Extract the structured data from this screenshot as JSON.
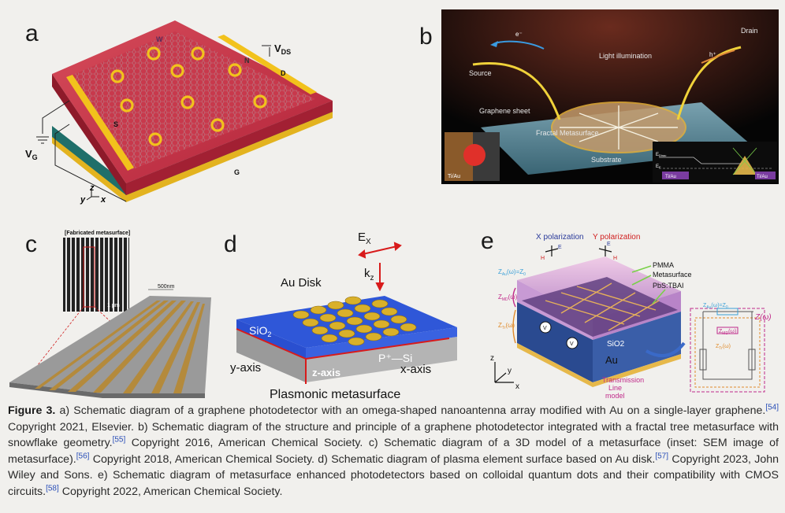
{
  "panels": {
    "a": {
      "letter": "a",
      "labels": {
        "vds": "V",
        "vds_sub": "DS",
        "d": "D",
        "s": "S",
        "g": "G",
        "w": "W",
        "n": "N",
        "vg": "V",
        "vg_sub": "G"
      },
      "axes": {
        "y": "y",
        "z": "z",
        "x": "x"
      }
    },
    "b": {
      "letter": "b",
      "labels": {
        "source": "Source",
        "drain": "Drain",
        "electron": "e⁻",
        "hole": "h⁺",
        "light": "Light illumination",
        "graphene": "Graphene sheet",
        "fractal": "Fractal Metasurface",
        "substrate": "Substrate",
        "tiau_left": "Ti/Au",
        "tiau_right": "Ti/Au",
        "edirac": "E",
        "edirac_sub": "Dirac",
        "ef": "E",
        "ef_sub": "F"
      }
    },
    "c": {
      "letter": "c",
      "labels": {
        "fab": "[Fabricated metasurface]",
        "scale": "1 μm",
        "width": "500nm"
      }
    },
    "d": {
      "letter": "d",
      "labels": {
        "ex": "E",
        "ex_sub": "X",
        "kz": "k",
        "kz_sub": "z",
        "au_disk": "Au Disk",
        "sio2": "SiO",
        "sio2_sub": "2",
        "psi": "P⁺—Si",
        "yaxis": "y-axis",
        "zaxis": "z-axis",
        "xaxis": "x-axis",
        "title": "Plasmonic metasurface"
      }
    },
    "e": {
      "letter": "e",
      "labels": {
        "xpol": "X polarization",
        "ypol": "Y polarization",
        "h1": "H",
        "e1": "E",
        "h2": "H",
        "e2": "E",
        "zau": "Z",
        "zau_sub": "Au",
        "zau_tail": "(ω)=Z",
        "zau_tail_sub": "0",
        "zmd": "Z",
        "zmd_sub": "MD",
        "zmd_tail": "(ω)",
        "ztr": "Z",
        "ztr_sub": "Tr",
        "ztr_tail": "(ω)",
        "pmma": "PMMA",
        "meta": "Metasurface",
        "pbs": "PbS:TBAI",
        "sio2": "SiO2",
        "au": "Au",
        "v": "V",
        "tl1": "Transmission",
        "tl2": "Line",
        "tl3": "model",
        "zw": "Z(ω)",
        "az": "z",
        "ay": "y",
        "ax": "x"
      }
    }
  },
  "caption": {
    "fig_label": "Figure 3.",
    "s1": "a) Schematic diagram of a graphene photodetector with an omega-shaped nanoantenna array modified with Au on a single-layer graphene.",
    "r54": "[54]",
    "s2": "Copyright 2021, Elsevier. b) Schematic diagram of the structure and principle of a graphene photodetector integrated with a fractal tree metasurface with snowflake geometry.",
    "r55": "[55]",
    "s3": "Copyright 2016, American Chemical Society. c) Schematic diagram of a 3D model of a metasurface (inset: SEM image of metasurface).",
    "r56": "[56]",
    "s4": "Copyright 2018, American Chemical Society. d) Schematic diagram of plasma element surface based on Au disk.",
    "r57": "[57]",
    "s5": "Copyright 2023, John Wiley and Sons. e) Schematic diagram of metasurface enhanced photodetectors based on colloidal quantum dots and their compatibility with CMOS circuits.",
    "r58": "[58]",
    "s6": "Copyright 2022, American Chemical Society."
  }
}
